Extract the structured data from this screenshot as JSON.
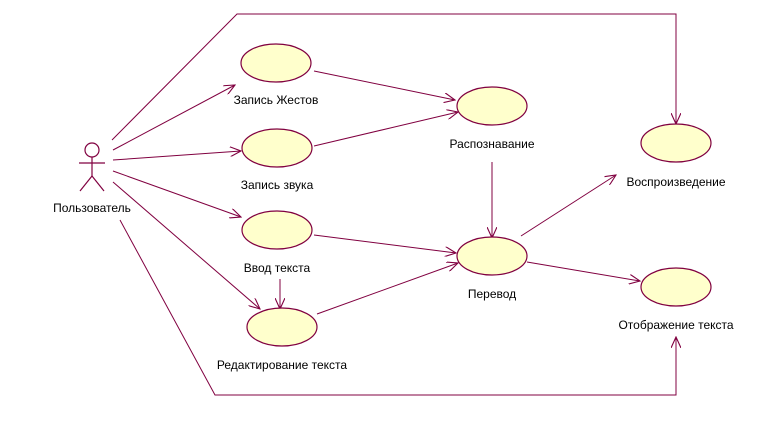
{
  "actor": {
    "label": "Пользователь",
    "icon": "stick-figure-actor"
  },
  "use_cases": {
    "gesture_recording": "Запись Жестов",
    "sound_recording": "Запись звука",
    "text_input": "Ввод текста",
    "text_editing": "Редактирование текста",
    "recognition": "Распознавание",
    "translation": "Перевод",
    "playback": "Воспроизведение",
    "text_display": "Отображение текста"
  },
  "colors": {
    "line": "#800040",
    "use_case_fill": "#ffffcc",
    "text": "#000000"
  }
}
